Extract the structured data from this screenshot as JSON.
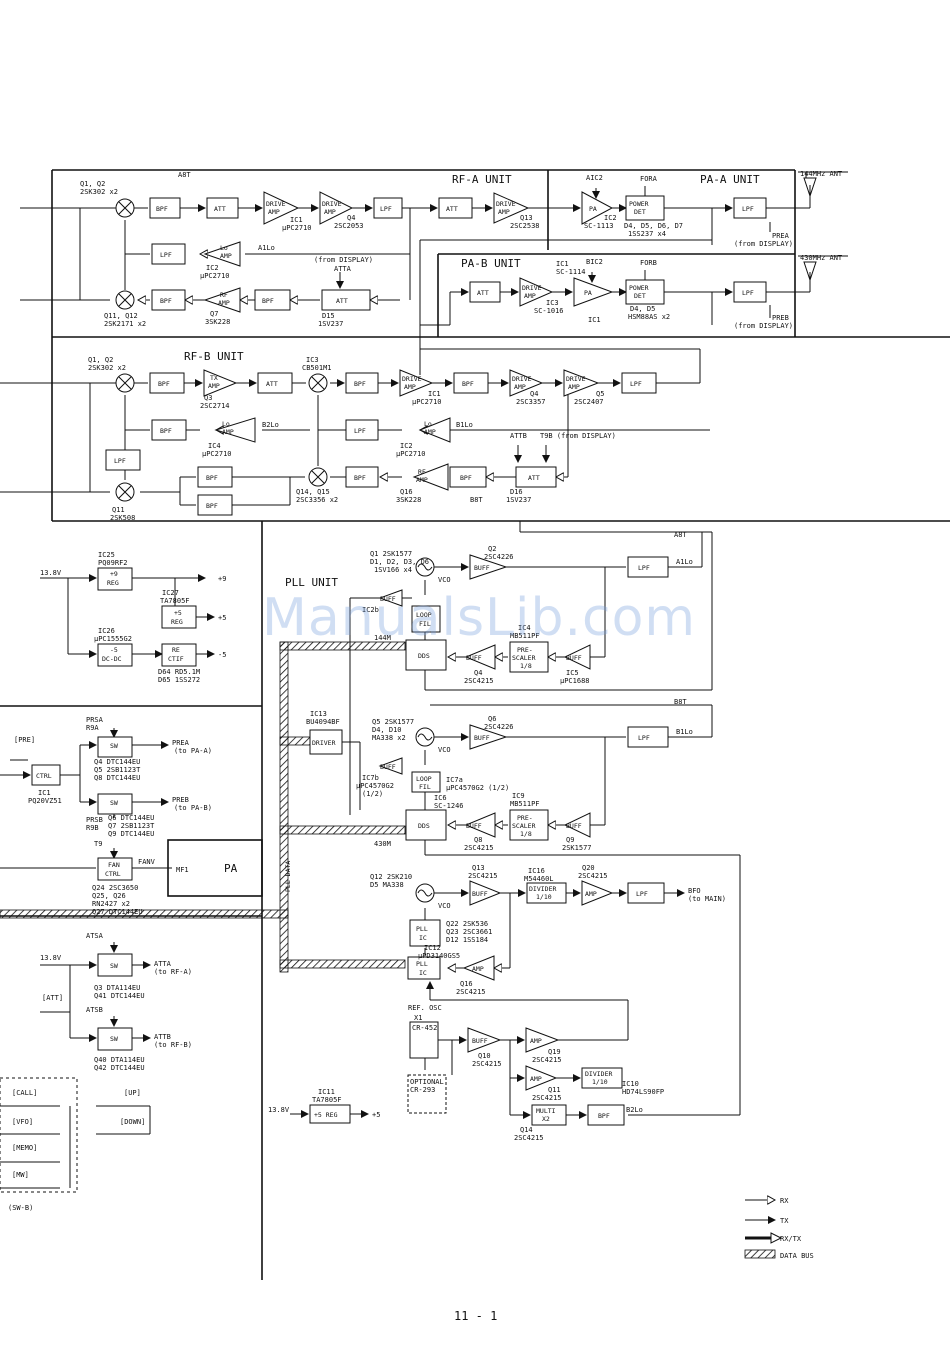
{
  "units": {
    "rfa": "RF-A UNIT",
    "paa": "PA-A UNIT",
    "pab": "PA-B UNIT",
    "rfb": "RF-B UNIT",
    "pll": "PLL UNIT"
  },
  "antennas": {
    "ant144": "144MHz ANT",
    "ant430": "430MHz ANT"
  },
  "rfa": {
    "q1q2": "Q1, Q2",
    "q1q2_part": "2SK302 x2",
    "a8t": "A8T",
    "bpf": "BPF",
    "att": "ATT",
    "drive": "DRIVE",
    "amp": "AMP",
    "ic1": "IC1",
    "ic1_part": "µPC2710",
    "q4": "Q4",
    "q4_part": "2SC2053",
    "lpf": "LPF",
    "q13": "Q13",
    "q13_part": "2SC2538",
    "lpf2": "LPF",
    "lo": "Lo",
    "a1lo": "A1Lo",
    "ic2": "IC2",
    "ic2_part": "µPC2710",
    "from_display": "(from DISPLAY)",
    "atta": "ATTA",
    "rf": "RF",
    "q7": "Q7",
    "q7_part": "3SK228",
    "d15": "D15",
    "d15_part": "1SV237",
    "q11q12": "Q11, Q12",
    "q11q12_part": "2SK2171 x2"
  },
  "paa": {
    "aic2": "AIC2",
    "fora": "FORA",
    "pa": "PA",
    "power": "POWER",
    "det": "DET",
    "ic2": "IC2",
    "ic2_part": "SC-1113",
    "diodes": "D4, D5, D6, D7",
    "diodes_part": "1SS237 x4",
    "lpf": "LPF",
    "prea": "PREA",
    "from_display": "(from DISPLAY)"
  },
  "pab": {
    "ic1": "IC1",
    "ic1_part": "SC-1114",
    "bic2": "BIC2",
    "forb": "FORB",
    "att": "ATT",
    "drive": "DRIVE",
    "amp": "AMP",
    "ic3": "IC3",
    "ic3_part": "SC-1016",
    "pa": "PA",
    "power": "POWER",
    "det": "DET",
    "diodes": "D4, D5",
    "diodes_part": "HSM88AS x2",
    "ic1b": "IC1",
    "lpf": "LPF",
    "preb": "PREB",
    "from_display": "(from DISPLAY)"
  },
  "rfb": {
    "q1q2": "Q1, Q2",
    "q1q2_part": "2SK302 x2",
    "bpf": "BPF",
    "tx": "TX",
    "amp": "AMP",
    "att": "ATT",
    "q3": "Q3",
    "q3_part": "2SC2714",
    "ic3": "IC3",
    "ic3_part": "CB501M1",
    "drive": "DRIVE",
    "ic1": "IC1",
    "ic1_part": "µPC2710",
    "q4": "Q4",
    "q4_part": "2SC3357",
    "q5": "Q5",
    "q5_part": "2SC2407",
    "lpf": "LPF",
    "lo": "Lo",
    "ic4": "IC4",
    "ic4_part": "µPC2710",
    "b2lo": "B2Lo",
    "b1lo": "B1Lo",
    "ic2": "IC2",
    "ic2_part": "µPC2710",
    "attb": "ATTB",
    "t9b": "T9B (from DISPLAY)",
    "rf": "RF",
    "b8t": "B8T",
    "q14q15": "Q14, Q15",
    "q14q15_part": "2SC3356 x2",
    "q16": "Q16",
    "q16_part": "3SK228",
    "d16": "D16",
    "d16_part": "1SV237",
    "q11": "Q11",
    "q11_part": "2SK508"
  },
  "power": {
    "v138": "13.8V",
    "ic25": "IC25",
    "ic25_part": "PQ09RF2",
    "reg9": "+9",
    "reg_word": "REG",
    "out9": "+9",
    "ic27": "IC27",
    "ic27_part": "TA7805F",
    "reg5": "+5",
    "out5": "+5",
    "ic26": "IC26",
    "ic26_part": "µPC1555G2",
    "dcdc_a": "-5",
    "dcdc_b": "DC-DC",
    "rectif_a": "RE",
    "rectif_b": "CTIF",
    "outm5": "-5",
    "d64": "D64 RD5.1M",
    "d65": "D65 1SS272"
  },
  "ctrl": {
    "pre": "[PRE]",
    "ctrl": "CTRL",
    "ic1": "IC1",
    "ic1_part": "PQ20VZ51",
    "prsa": "PRSA",
    "r9a": "R9A",
    "sw": "SW",
    "prea": "PREA",
    "to_paa": "(to PA-A)",
    "q4": "Q4 DTC144EU",
    "q5": "Q5 2SB1123T",
    "q8": "Q8 DTC144EU",
    "preb": "PREB",
    "to_pab": "(to PA-B)",
    "prsb": "PRSB",
    "r9b": "R9B",
    "q6": "Q6 DTC144EU",
    "q7": "Q7 2SB1123T",
    "q9": "Q9 DTC144EU",
    "t9": "T9",
    "fan": "FAN",
    "fanv": "FANV",
    "mf1": "MF1",
    "pa": "PA",
    "q24": "Q24 2SC3650",
    "q25": "Q25, Q26",
    "q25_part": "RN2427 x2",
    "q27": "Q27 DTC144EU",
    "atsa": "ATSA",
    "v138": "13.8V",
    "atta": "ATTA",
    "to_rfa": "(to RF-A)",
    "att_key": "[ATT]",
    "q3": "Q3 DTA114EU",
    "q41": "Q41 DTC144EU",
    "atsb": "ATSB",
    "attb": "ATTB",
    "to_rfb": "(to RF-B)",
    "q40": "Q40 DTA114EU",
    "q42": "Q42 DTC144EU"
  },
  "keys": {
    "call": "[CALL]",
    "vfo": "[VFO]",
    "memo": "[MEMO]",
    "mw": "[MW]",
    "swb": "(SW-B)",
    "up": "[UP]",
    "down": "[DOWN]",
    "ic11": "IC11",
    "ic11_part": "TA7805F",
    "v138": "13.8V",
    "reg": "+5 REG",
    "out5": "+5"
  },
  "pll": {
    "a8t": "A8T",
    "q1": "Q1 2SK1577",
    "d1": "D1, D2, D3, D6",
    "d1_part": "1SV166 x4",
    "q2": "Q2",
    "q2_part": "2SC4226",
    "vco": "VCO",
    "buff": "BUFF",
    "lpf": "LPF",
    "a1lo": "A1Lo",
    "ic2b": "IC2b",
    "loop": "LOOP",
    "fil": "FIL",
    "dds": "DDS",
    "prescaler_a": "PRE-",
    "prescaler_b": "SCALER",
    "prescaler_c": "1/8",
    "q4": "Q4",
    "q4_part": "2SC4215",
    "ic5": "IC5",
    "ic5_part": "µPC1688",
    "ic4": "IC4",
    "ic4_part": "MB511PF",
    "f144": "144M",
    "ic13": "IC13",
    "ic13_part": "BU4094BF",
    "driver": "DRIVER",
    "b8t": "B8T",
    "q5": "Q5 2SK1577",
    "d4": "D4, D10",
    "d4_part": "MA338 x2",
    "q6": "Q6",
    "q6_part": "2SC4226",
    "b1lo": "B1Lo",
    "ic7b": "IC7b",
    "ic7b_part": "µPC4570G2",
    "ic7b_half": "(1/2)",
    "ic7a": "IC7a",
    "ic7a_part": "µPC4570G2 (1/2)",
    "ic6": "IC6",
    "ic6_part": "SC-1246",
    "ic9": "IC9",
    "ic9_part": "MB511PF",
    "q8": "Q8",
    "q8_part": "2SC4215",
    "q9": "Q9",
    "q9_part": "2SK1577",
    "f430": "430M",
    "pll_data": "PLL DATA",
    "q12": "Q12 2SK210",
    "d5": "D5 MA338",
    "q13": "Q13",
    "q13_part": "2SC4215",
    "ic16": "IC16",
    "ic16_part": "M54460L",
    "divider": "DIVIDER",
    "div10": "1/10",
    "amp": "AMP",
    "q20": "Q20",
    "q20_part": "2SC4215",
    "bfo": "BFO",
    "to_main": "(to MAIN)",
    "pll_ic_a": "PLL",
    "pll_ic_b": "IC",
    "q22": "Q22 2SK536",
    "q23": "Q23 2SC3661",
    "d12": "D12 1SS184",
    "ic12": "IC12",
    "ic12_part": "µPD3140GS5",
    "q16": "Q16",
    "q16_part": "2SC4215",
    "refosc": "REF. OSC",
    "x1": "X1",
    "x1_part": "CR-452",
    "q10": "Q10",
    "q10_part": "2SC4215",
    "q19": "Q19",
    "q19_part": "2SC4215",
    "optional": "OPTIONAL",
    "cr293": "CR-293",
    "q11": "Q11",
    "q11_part": "2SC4215",
    "ic10": "IC10",
    "ic10_part": "HD74LS90FP",
    "multi": "MULTI",
    "x2": "X2",
    "bpf": "BPF",
    "b2lo": "B2Lo",
    "q14": "Q14",
    "q14_part": "2SC4215"
  },
  "legend": {
    "rx": "RX",
    "tx": "TX",
    "rxtx": "RX/TX",
    "bus": "DATA BUS"
  },
  "watermark": "ManualsLib.com",
  "page_number": "11 - 1"
}
